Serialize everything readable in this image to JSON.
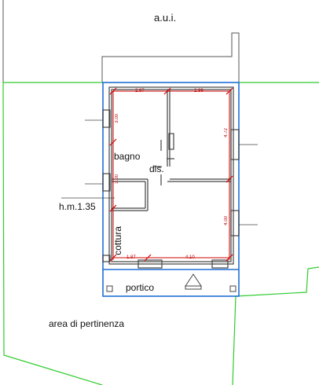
{
  "labels": {
    "aui": "a.u.i.",
    "bagno": "bagno",
    "dis": "dis.",
    "hm": "h.m.1.35",
    "cottura": "cottura",
    "portico": "portico",
    "area": "area di pertinenza"
  },
  "dimensions": {
    "top_left": "2.87",
    "top_right": "2.99",
    "left_upper": "3.00",
    "left_middle": "3.00",
    "right_upper": "4.72",
    "right_lower": "4.00",
    "bottom_left": "1.87",
    "bottom_right": "4.10"
  },
  "colors": {
    "wall": "#444444",
    "boundary": "#2ecc2e",
    "building_outline": "#1f6fd6",
    "dimension": "#d00000",
    "background": "#ffffff"
  }
}
